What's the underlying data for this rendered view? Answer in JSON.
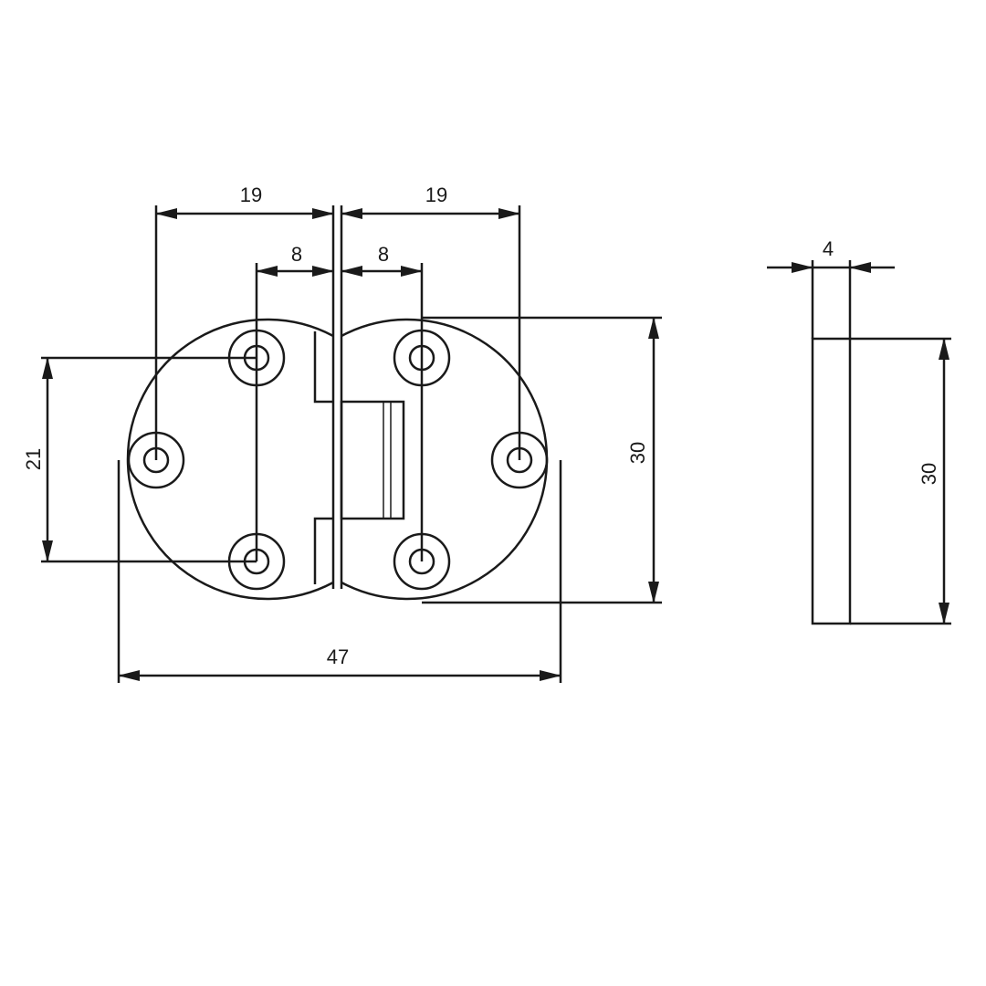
{
  "dimensions": {
    "left_hole_to_center": "19",
    "right_hole_to_center": "19",
    "left_inner_hole_to_center": "8",
    "right_inner_hole_to_center": "8",
    "hole_spacing_vertical": "21",
    "overall_width": "47",
    "plate_height_front": "30",
    "thickness": "4",
    "plate_height_side": "30"
  },
  "colors": {
    "line": "#1a1a1a",
    "background": "#ffffff"
  }
}
